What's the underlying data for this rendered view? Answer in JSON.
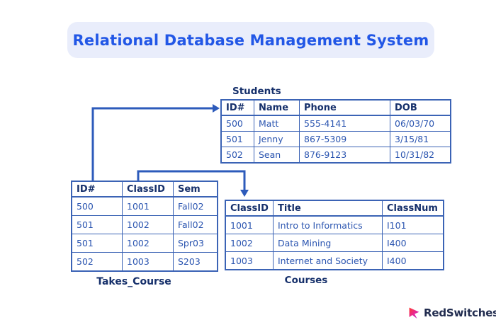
{
  "title": "Relational Database Management System",
  "colors": {
    "title_text": "#2257e6",
    "title_pill_bg": "#e9edfb",
    "table_border": "#3b63b5",
    "header_text": "#16306b",
    "data_text": "#2b55b0",
    "arrow": "#2d5bbb",
    "logo_text": "#212c4f",
    "logo_gradient_start": "#ff3a30",
    "logo_gradient_end": "#b01fd4"
  },
  "tables": {
    "students": {
      "caption": "Students",
      "headers": [
        "ID#",
        "Name",
        "Phone",
        "DOB"
      ],
      "rows": [
        [
          "500",
          "Matt",
          "555-4141",
          "06/03/70"
        ],
        [
          "501",
          "Jenny",
          "867-5309",
          "3/15/81"
        ],
        [
          "502",
          "Sean",
          "876-9123",
          "10/31/82"
        ]
      ]
    },
    "takes_course": {
      "caption": "Takes_Course",
      "headers": [
        "ID#",
        "ClassID",
        "Sem"
      ],
      "rows": [
        [
          "500",
          "1001",
          "Fall02"
        ],
        [
          "501",
          "1002",
          "Fall02"
        ],
        [
          "501",
          "1002",
          "Spr03"
        ],
        [
          "502",
          "1003",
          "S203"
        ]
      ]
    },
    "courses": {
      "caption": "Courses",
      "headers": [
        "ClassID",
        "Title",
        "ClassNum"
      ],
      "rows": [
        [
          "1001",
          "Intro to Informatics",
          "I101"
        ],
        [
          "1002",
          "Data Mining",
          "I400"
        ],
        [
          "1003",
          "Internet and Society",
          "I400"
        ]
      ]
    }
  },
  "relationships": [
    {
      "from": "Takes_Course.ID#",
      "to": "Students.ID#"
    },
    {
      "from": "Takes_Course.ClassID",
      "to": "Courses.ClassID"
    }
  ],
  "logo": {
    "brand": "RedSwitches"
  }
}
